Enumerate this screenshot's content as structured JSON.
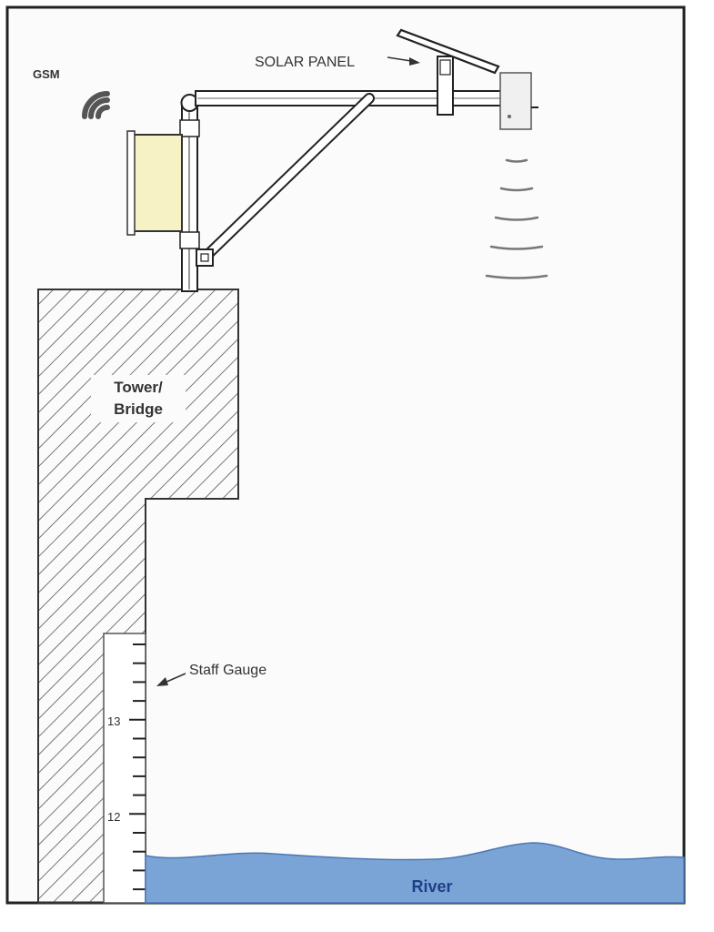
{
  "labels": {
    "gsm": "GSM",
    "solar_panel": "SOLAR PANEL",
    "tower_line1": "Tower/",
    "tower_line2": "Bridge",
    "staff_gauge": "Staff Gauge",
    "river": "River"
  },
  "gauge": {
    "mark_13": "13",
    "mark_12": "12"
  },
  "colors": {
    "frame": "#222222",
    "background": "#fbfbfb",
    "river_fill": "#7ba4d6",
    "river_text": "#1f3f86",
    "sensor_box": "#f7f1c6",
    "hatch": "#555555"
  }
}
